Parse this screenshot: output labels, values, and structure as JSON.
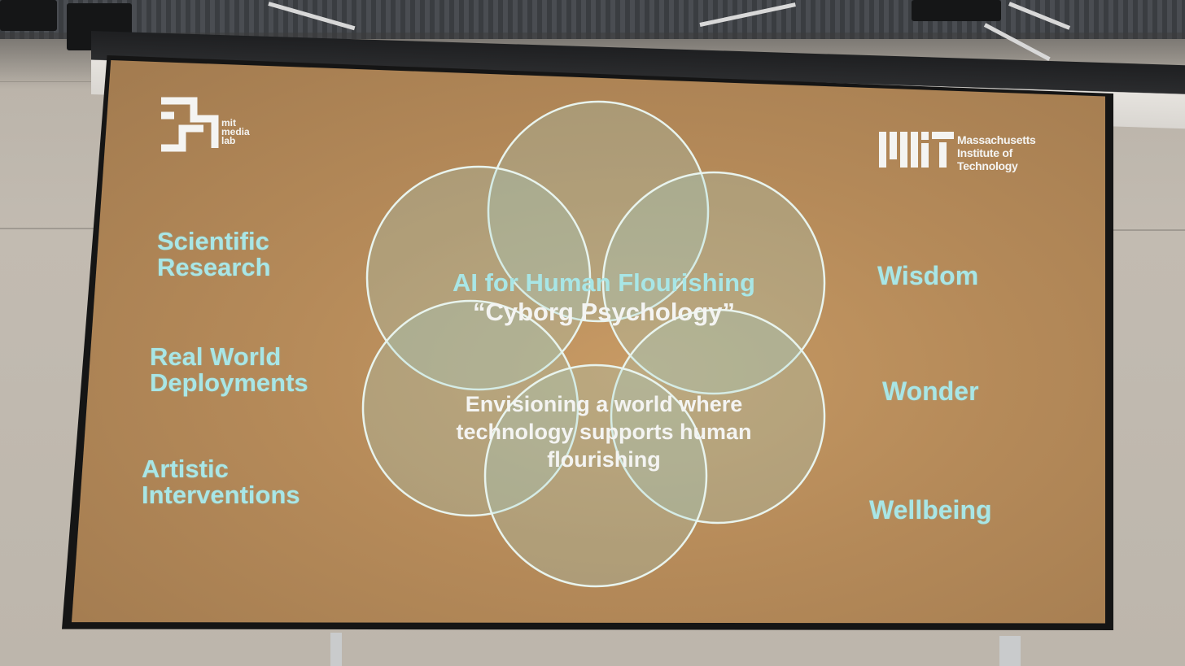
{
  "logos": {
    "media_lab": "mit media lab",
    "media_lab_lines": [
      "mit",
      "media",
      "lab"
    ],
    "mit_lines": [
      "Massachusetts",
      "Institute of",
      "Technology"
    ],
    "mit_wordmark_icon": "mit-wordmark-icon",
    "media_lab_icon": "media-lab-icon"
  },
  "left_column": [
    {
      "lines": [
        "Scientific",
        "Research"
      ]
    },
    {
      "lines": [
        "Real World",
        "Deployments"
      ]
    },
    {
      "lines": [
        "Artistic",
        "Interventions"
      ]
    }
  ],
  "right_column": [
    "Wisdom",
    "Wonder",
    "Wellbeing"
  ],
  "center": {
    "title_line1": "AI for Human Flourishing",
    "title_line2": "“Cyborg Psychology”",
    "body_lines": [
      "Envisioning a world where",
      "technology supports human",
      "flourishing"
    ]
  },
  "colors": {
    "slide_background": "#b88b5a",
    "accent_text": "#a8e6e6",
    "white_text": "#f4f4f2",
    "circle_fill": "#9fd4d0",
    "circle_stroke": "#e8f4ee"
  }
}
